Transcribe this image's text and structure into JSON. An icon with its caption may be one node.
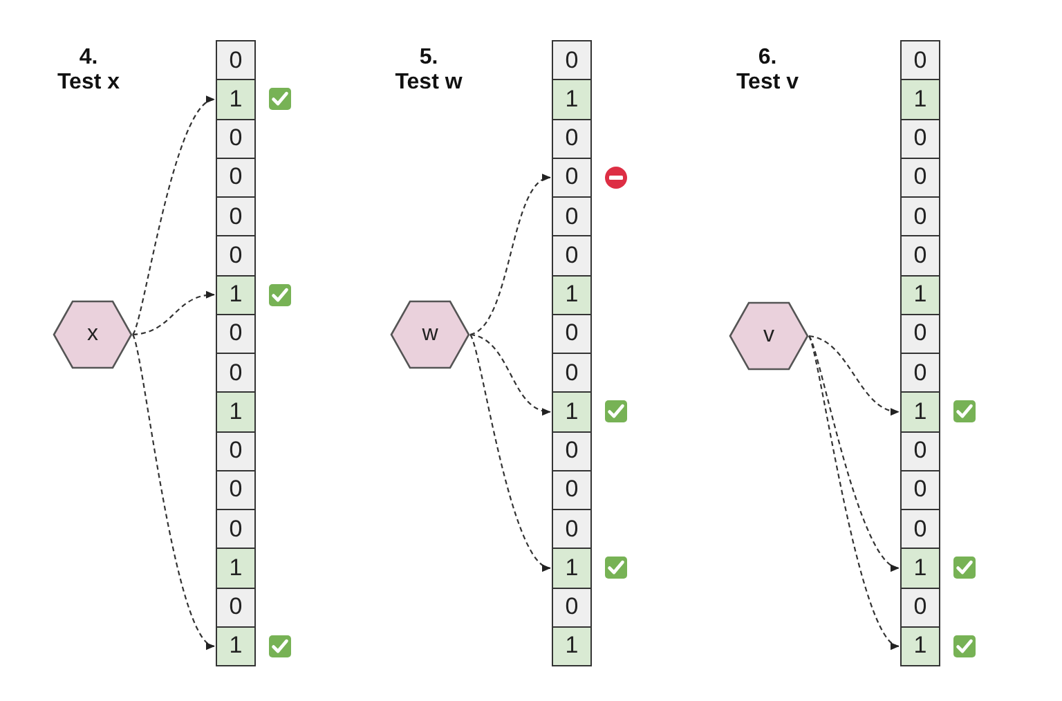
{
  "diagram": {
    "nodes": [
      {
        "text": [
          "x"
        ]
      },
      {
        "text": [
          "0"
        ]
      },
      {
        "text": [
          "1"
        ]
      },
      {
        "text": [
          "0"
        ]
      },
      {
        "text": [
          "0"
        ]
      },
      {
        "text": [
          "0"
        ]
      },
      {
        "text": [
          "0"
        ]
      },
      {
        "text": [
          "1"
        ]
      },
      {
        "text": [
          "0"
        ]
      },
      {
        "text": [
          "0"
        ]
      },
      {
        "text": [
          "1"
        ]
      },
      {
        "text": [
          "0"
        ]
      },
      {
        "text": [
          "0"
        ]
      },
      {
        "text": [
          "0"
        ]
      },
      {
        "text": [
          "1"
        ]
      },
      {
        "text": [
          "0"
        ]
      },
      {
        "text": [
          "1"
        ]
      },
      {
        "text": [
          "w"
        ]
      },
      {
        "text": [
          "0"
        ]
      },
      {
        "text": [
          "1"
        ]
      },
      {
        "text": [
          "0"
        ]
      },
      {
        "text": [
          "0"
        ]
      },
      {
        "text": [
          "0"
        ]
      },
      {
        "text": [
          "0"
        ]
      },
      {
        "text": [
          "1"
        ]
      },
      {
        "text": [
          "0"
        ]
      },
      {
        "text": [
          "0"
        ]
      },
      {
        "text": [
          "1"
        ]
      },
      {
        "text": [
          "0"
        ]
      },
      {
        "text": [
          "0"
        ]
      },
      {
        "text": [
          "0"
        ]
      },
      {
        "text": [
          "1"
        ]
      },
      {
        "text": [
          "0"
        ]
      },
      {
        "text": [
          "1"
        ]
      },
      {
        "text": [
          "v"
        ]
      },
      {
        "text": [
          "0"
        ]
      },
      {
        "text": [
          "1"
        ]
      },
      {
        "text": [
          "0"
        ]
      },
      {
        "text": [
          "0"
        ]
      },
      {
        "text": [
          "0"
        ]
      },
      {
        "text": [
          "0"
        ]
      },
      {
        "text": [
          "1"
        ]
      },
      {
        "text": [
          "0"
        ]
      },
      {
        "text": [
          "0"
        ]
      },
      {
        "text": [
          "1"
        ]
      },
      {
        "text": [
          "0"
        ]
      },
      {
        "text": [
          "0"
        ]
      },
      {
        "text": [
          "0"
        ]
      },
      {
        "text": [
          "1"
        ]
      },
      {
        "text": [
          "0"
        ]
      },
      {
        "text": [
          "1"
        ]
      }
    ],
    "edges": [
      {
        "from": 0,
        "to": 2,
        "arrow": "to",
        "style": "dashed"
      },
      {
        "from": 0,
        "to": 7,
        "arrow": "to",
        "style": "dashed"
      },
      {
        "from": 0,
        "to": 16,
        "arrow": "to",
        "style": "dashed"
      },
      {
        "from": 17,
        "to": 21,
        "arrow": "to",
        "style": "dashed"
      },
      {
        "from": 17,
        "to": 27,
        "arrow": "to",
        "style": "dashed"
      },
      {
        "from": 17,
        "to": 31,
        "arrow": "to",
        "style": "dashed"
      },
      {
        "from": 34,
        "to": 44,
        "arrow": "to",
        "style": "dashed"
      },
      {
        "from": 34,
        "to": 48,
        "arrow": "to",
        "style": "dashed"
      },
      {
        "from": 34,
        "to": 50,
        "arrow": "to",
        "style": "dashed"
      }
    ],
    "labels": [
      "4.",
      "Test x",
      "5.",
      "Test w",
      "6.",
      "Test v"
    ]
  }
}
